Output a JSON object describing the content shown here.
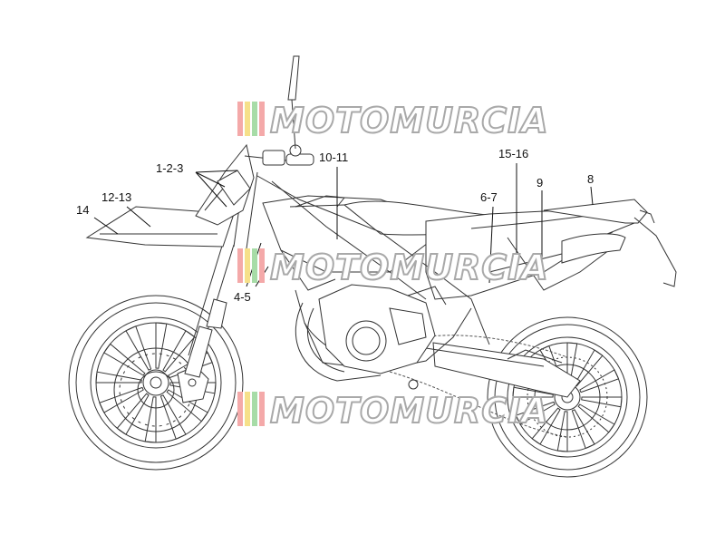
{
  "watermark": {
    "text": "MOTOMURCIA"
  },
  "callouts": [
    {
      "label": "1-2-3"
    },
    {
      "label": "12-13"
    },
    {
      "label": "14"
    },
    {
      "label": "10-11"
    },
    {
      "label": "15-16"
    },
    {
      "label": "6-7"
    },
    {
      "label": "9"
    },
    {
      "label": "8"
    },
    {
      "label": "4-5"
    }
  ]
}
